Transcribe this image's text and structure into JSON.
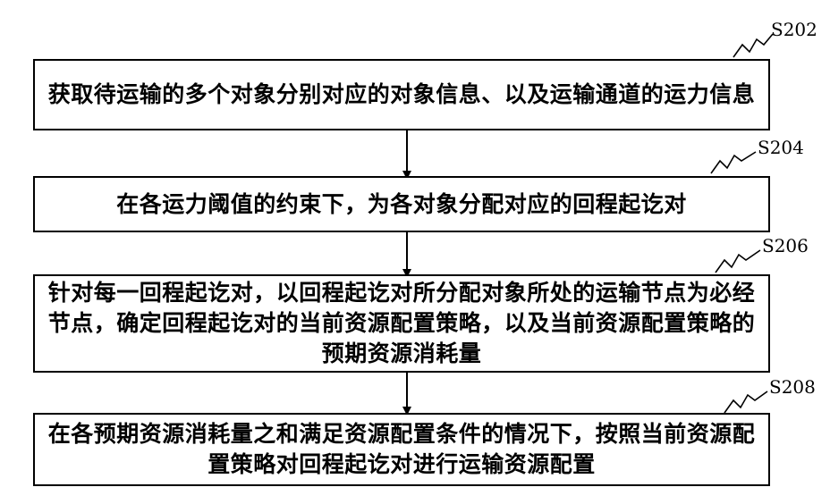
{
  "steps": [
    {
      "label": "S202",
      "text": "获取待运输的多个对象分别对应的对象信息、以及运输通道的运力信息"
    },
    {
      "label": "S204",
      "text": "在各运力阈值的约束下，为各对象分配对应的回程起讫对"
    },
    {
      "label": "S206",
      "text": "针对每一回程起讫对，以回程起讫对所分配对象所处的运输节点为必经节点，确定回程起讫对的当前资源配置策略，以及当前资源配置策略的预期资源消耗量"
    },
    {
      "label": "S208",
      "text": "在各预期资源消耗量之和满足资源配置条件的情况下，按照当前资源配置策略对回程起讫对进行运输资源配置"
    }
  ]
}
